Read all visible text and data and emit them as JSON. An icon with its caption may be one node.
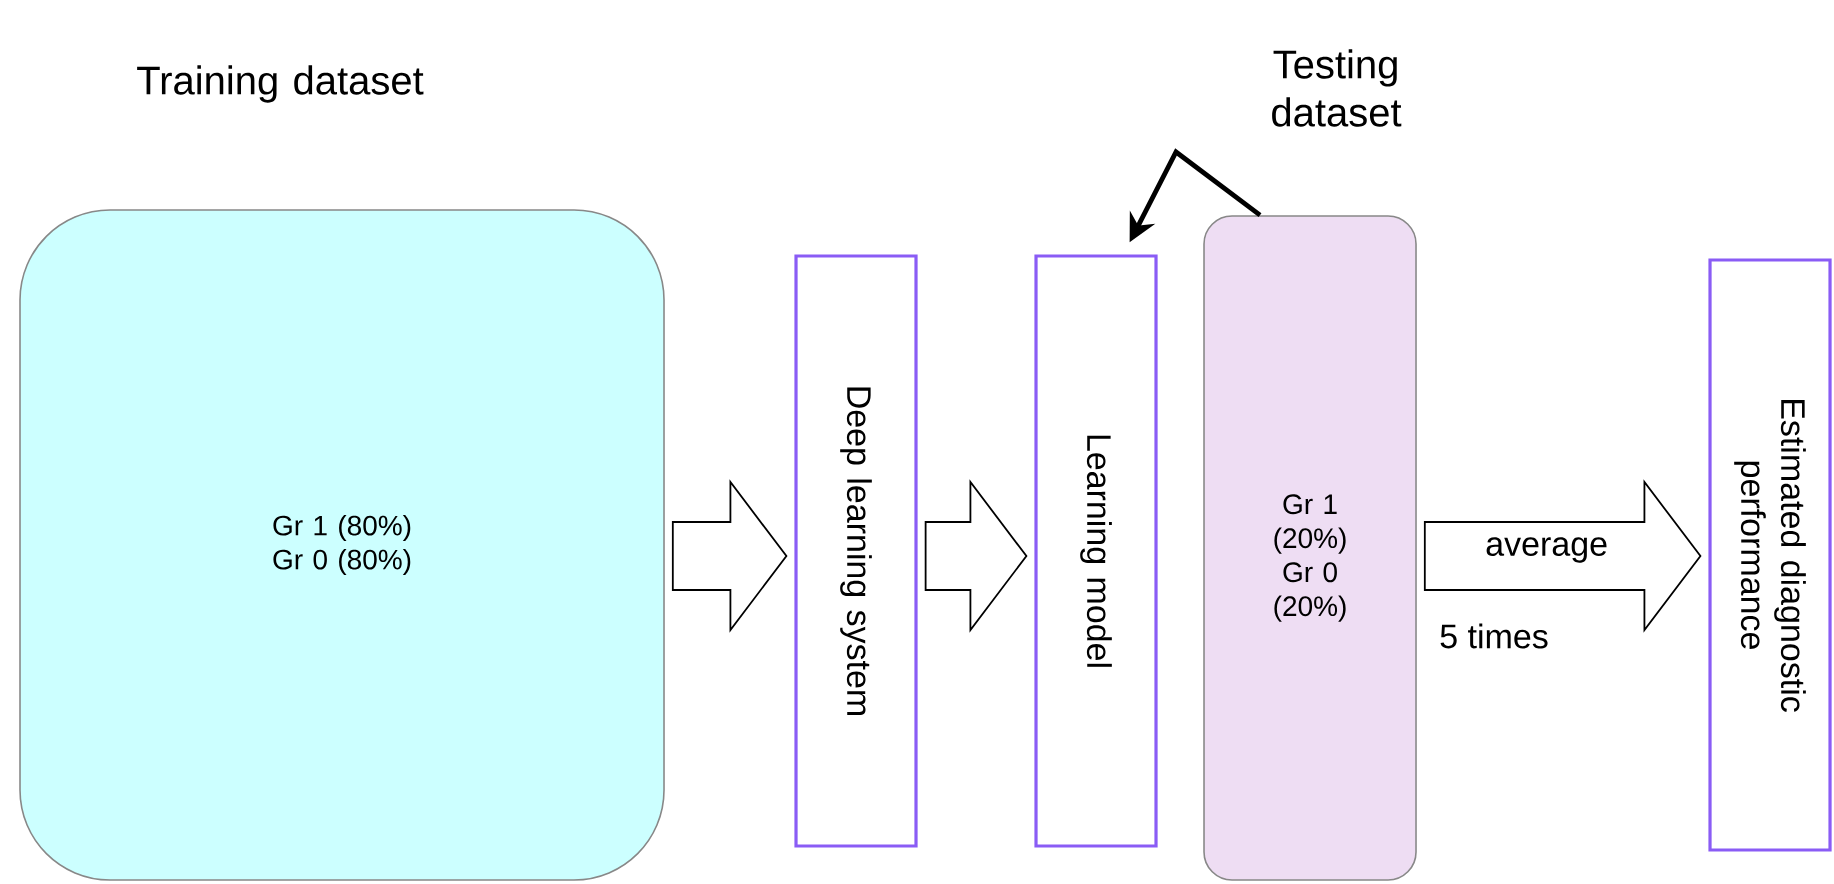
{
  "diagram": {
    "nodes": [
      {
        "text": [
          "Training dataset",
          "Gr 1 (80%)",
          "Gr 0 (80%)"
        ]
      },
      {
        "text": [
          "Deep learning system"
        ]
      },
      {
        "text": [
          "Learning model"
        ]
      },
      {
        "text": [
          "Testing dataset",
          "Gr 1 (20%)",
          "Gr 0 (20%)"
        ]
      },
      {
        "text": [
          "Estimated diagnostic performance"
        ]
      }
    ],
    "edges": [
      {
        "from": 0,
        "to": 1,
        "arrow": "to",
        "style": "thick"
      },
      {
        "from": 1,
        "to": 2,
        "arrow": "to",
        "style": "thick"
      },
      {
        "from": 3,
        "to": 2,
        "arrow": "to"
      },
      {
        "from": 3,
        "to": 4,
        "arrow": "to",
        "label": "average",
        "style": "thick"
      }
    ],
    "labels": [
      "5 times"
    ]
  }
}
